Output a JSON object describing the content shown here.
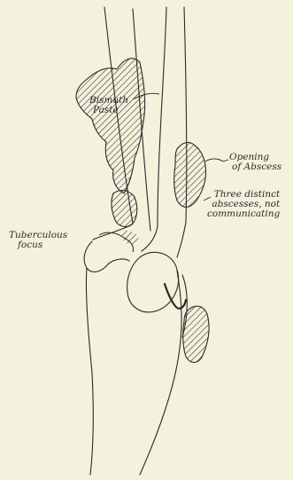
{
  "figure": {
    "labels": {
      "bismuth": [
        "Bismuth",
        "Paste"
      ],
      "opening": [
        "Opening",
        "of Abscess"
      ],
      "three": [
        "Three distinct",
        "abscesses, not",
        "communicating"
      ],
      "tuberculous": [
        "Tuberculous",
        "focus"
      ]
    },
    "colors": {
      "background": "#f4f1dc",
      "ink": "#2a2a2a"
    }
  }
}
